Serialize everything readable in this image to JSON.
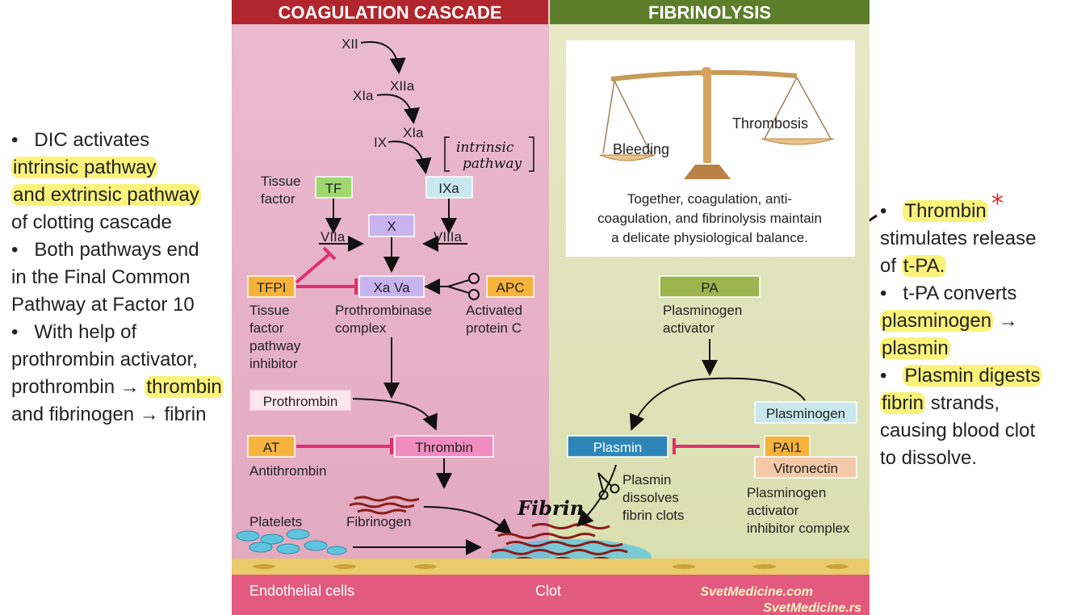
{
  "left_notes": {
    "lines": [
      {
        "bullet": "•",
        "parts": [
          {
            "t": "DIC activates",
            "hl": false
          }
        ]
      },
      {
        "bullet": "",
        "parts": [
          {
            "t": "intrinsic pathway",
            "hl": true
          }
        ]
      },
      {
        "bullet": "",
        "parts": [
          {
            "t": "and extrinsic pathway",
            "hl": true
          }
        ]
      },
      {
        "bullet": "",
        "parts": [
          {
            "t": "of clotting cascade",
            "hl": false
          }
        ]
      },
      {
        "bullet": "•",
        "parts": [
          {
            "t": "Both pathways end",
            "hl": false
          }
        ]
      },
      {
        "bullet": "",
        "parts": [
          {
            "t": "in the Final Common",
            "hl": false
          }
        ]
      },
      {
        "bullet": "",
        "parts": [
          {
            "t": "Pathway at Factor 10",
            "hl": false
          }
        ]
      },
      {
        "bullet": "•",
        "parts": [
          {
            "t": "With help of",
            "hl": false
          }
        ]
      },
      {
        "bullet": "",
        "parts": [
          {
            "t": "prothrombin activator,",
            "hl": false
          }
        ]
      },
      {
        "bullet": "",
        "parts": [
          {
            "t": "prothrombin → ",
            "hl": false
          },
          {
            "t": "thrombin",
            "hl": true
          }
        ]
      },
      {
        "bullet": "",
        "parts": [
          {
            "t": "and fibrinogen → fibrin",
            "hl": false
          }
        ]
      }
    ]
  },
  "right_notes": {
    "lines": [
      {
        "bullet": "•",
        "parts": [
          {
            "t": "Thrombin",
            "hl": true
          }
        ]
      },
      {
        "bullet": "",
        "parts": [
          {
            "t": "stimulates release",
            "hl": false
          }
        ]
      },
      {
        "bullet": "",
        "parts": [
          {
            "t": "of ",
            "hl": false
          },
          {
            "t": "t-PA.",
            "hl": true
          }
        ]
      },
      {
        "bullet": "•",
        "parts": [
          {
            "t": "t-PA converts",
            "hl": false
          }
        ]
      },
      {
        "bullet": "",
        "parts": [
          {
            "t": "plasminogen",
            "hl": true
          },
          {
            "t": " →",
            "hl": false
          }
        ]
      },
      {
        "bullet": "",
        "parts": [
          {
            "t": "plasmin",
            "hl": true
          }
        ]
      },
      {
        "bullet": "•",
        "parts": [
          {
            "t": "Plasmin digests",
            "hl": true
          }
        ]
      },
      {
        "bullet": "",
        "parts": [
          {
            "t": "fibrin",
            "hl": true
          },
          {
            "t": " strands,",
            "hl": false
          }
        ]
      },
      {
        "bullet": "",
        "parts": [
          {
            "t": "causing blood clot",
            "hl": false
          }
        ]
      },
      {
        "bullet": "",
        "parts": [
          {
            "t": "to dissolve.",
            "hl": false
          }
        ]
      }
    ]
  },
  "annotations": {
    "star": "*",
    "handwritten_fibrin": "Fibrin",
    "intrinsic_1": "intrinsic",
    "intrinsic_2": "pathway"
  },
  "figure": {
    "header_left": "COAGULATION CASCADE",
    "header_right": "FIBRINOLYSIS",
    "factors": {
      "xii": "XII",
      "xiia": "XIIa",
      "xia_left": "XIa",
      "xia": "XIa",
      "ix": "IX",
      "ixa": "IXa",
      "tf": "TF",
      "tissue_factor_1": "Tissue",
      "tissue_factor_2": "factor",
      "x": "X",
      "viia": "VIIa",
      "viiia": "VIIIa",
      "xava": "Xa  Va",
      "tfpi": "TFPI",
      "apc": "APC",
      "tfpi_desc": [
        "Tissue",
        "factor",
        "pathway",
        "inhibitor"
      ],
      "prothrombinase": [
        "Prothrombinase",
        "complex"
      ],
      "apc_desc": [
        "Activated",
        "protein C"
      ],
      "prothrombin": "Prothrombin",
      "at": "AT",
      "antithrombin": "Antithrombin",
      "thrombin": "Thrombin",
      "platelets": "Platelets",
      "fibrinogen": "Fibrinogen",
      "endothelial": "Endothelial cells",
      "clot": "Clot"
    },
    "fibrinolysis": {
      "bleeding": "Bleeding",
      "thrombosis": "Thrombosis",
      "balance_text": [
        "Together, coagulation, anti-",
        "coagulation, and fibrinolysis maintain",
        "a delicate physiological balance."
      ],
      "pa": "PA",
      "pa_desc": [
        "Plasminogen",
        "activator"
      ],
      "plasminogen": "Plasminogen",
      "plasmin": "Plasmin",
      "pai1": "PAI1",
      "vitronectin": "Vitronectin",
      "plasmin_desc": [
        "Plasmin",
        "dissolves",
        "fibrin clots"
      ],
      "pai_desc": [
        "Plasminogen",
        "activator",
        "inhibitor complex"
      ]
    },
    "watermark": [
      "SvetMedicine.com",
      "SvetMedicine.rs"
    ],
    "colors": {
      "header_red": "#b0262c",
      "header_green": "#5c7e2a",
      "pink_bg": "#e7b2c6",
      "green_bg": "#e3e8c4",
      "box_green": "#9ed86f",
      "box_blue": "#c8e8ee",
      "box_lilac": "#c7b4ef",
      "box_orange": "#f6b33c",
      "box_pink": "#f08cc0",
      "box_olive": "#9cb54f",
      "box_plasmin": "#2e86b8",
      "box_peach": "#f4c9a8"
    }
  }
}
